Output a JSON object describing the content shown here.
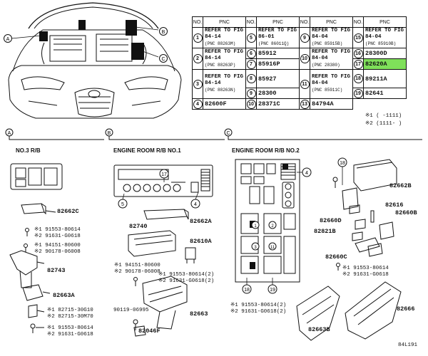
{
  "callouts": {
    "a": "A",
    "b": "B",
    "c": "C"
  },
  "table": {
    "headers": {
      "no": "NO.",
      "pnc": "PNC"
    },
    "rows": [
      [
        {
          "no": "1",
          "pnc": "REFER TO FIG 84-14",
          "sub": "(PNC 88263M)"
        },
        {
          "no": "5",
          "pnc": "REFER TO FIG 86-01",
          "sub": "(PNC 86011Q)"
        },
        {
          "no": "9",
          "pnc": "REFER TO FIG 84-04",
          "sub": "(PNC 85915B)"
        },
        {
          "no": "15",
          "pnc": "REFER TO FIG 84-04",
          "sub": "(PNC 85910B)"
        }
      ],
      [
        {
          "no": "2",
          "pnc": "REFER TO FIG 84-14",
          "sub": "(PNC 88263P)"
        },
        {
          "no": "6",
          "pnc": "85912"
        },
        {
          "no": "10",
          "pnc": "REFER TO FIG 84-04",
          "sub": "(PNC 28380)"
        },
        {
          "no": "16",
          "pnc": "28300D"
        }
      ],
      [
        null,
        {
          "no": "7",
          "pnc": "85916P"
        },
        null,
        {
          "no": "17",
          "pnc": "82620A",
          "highlight": true
        }
      ],
      [
        {
          "no": "3",
          "pnc": "REFER TO FIG 84-14",
          "sub": "(PNC 88263N)"
        },
        {
          "no": "8",
          "pnc": "85927"
        },
        {
          "no": "11",
          "pnc": "REFER TO FIG 84-04",
          "sub": "(PNC 85911C)"
        },
        {
          "no": "18",
          "pnc": "89211A"
        }
      ],
      [
        null,
        {
          "no": "9",
          "pnc": "28300"
        },
        null,
        {
          "no": "19",
          "pnc": "82641"
        }
      ],
      [
        {
          "no": "4",
          "pnc": "82600F"
        },
        {
          "no": "10",
          "pnc": "28371C"
        },
        {
          "no": "13",
          "pnc": "84794A"
        },
        null
      ]
    ]
  },
  "footnotes": {
    "n1": "※1 (    -1111)",
    "n2": "※2 (1111-    )"
  },
  "sections": {
    "a": {
      "letter": "A",
      "title": "NO.3 R/B"
    },
    "b": {
      "letter": "B",
      "title": "ENGINE ROOM R/B NO.1"
    },
    "c": {
      "letter": "C",
      "title": "ENGINE ROOM R/B NO.2"
    }
  },
  "labels_a": {
    "p1": "82662C",
    "p2a": "※1 91553-80614",
    "p2b": "※2 91631-G0618",
    "p3a": "※1 94151-80600",
    "p3b": "※2 90178-06008",
    "p4": "82743",
    "p5": "82663A",
    "p6a": "※1 82715-30G10",
    "p6b": "※2 82715-30M70",
    "p7a": "※1 91553-80614",
    "p7b": "※2 91631-G0618"
  },
  "labels_b": {
    "c17": "17",
    "c5": "5",
    "c4": "4",
    "p1": "82662A",
    "p2": "82740",
    "p3": "82610A",
    "p4a": "※1 94151-80600",
    "p4b": "※2 90178-06008",
    "p5a": "※1 91553-80614(2)",
    "p5b": "※2 91631-G0618(2)",
    "p6": "90119-06995",
    "p7": "82046F",
    "p8": "82663"
  },
  "labels_c": {
    "c18": "18",
    "c19": "19",
    "c4": "4",
    "c1": "1",
    "c2": "2",
    "c3": "3",
    "c11": "11",
    "p1": "82662B",
    "p2": "82616",
    "p3": "82660D",
    "p4": "82660B",
    "p5": "82821B",
    "p6": "82660C",
    "p7a": "※1 91553-80614",
    "p7b": "※2 91631-G0618",
    "p8a": "※1 91553-80614(2)",
    "p8b": "※2 91631-G0618(2)",
    "p9": "82663B",
    "p10": "82666"
  },
  "figure_code": "84L191"
}
